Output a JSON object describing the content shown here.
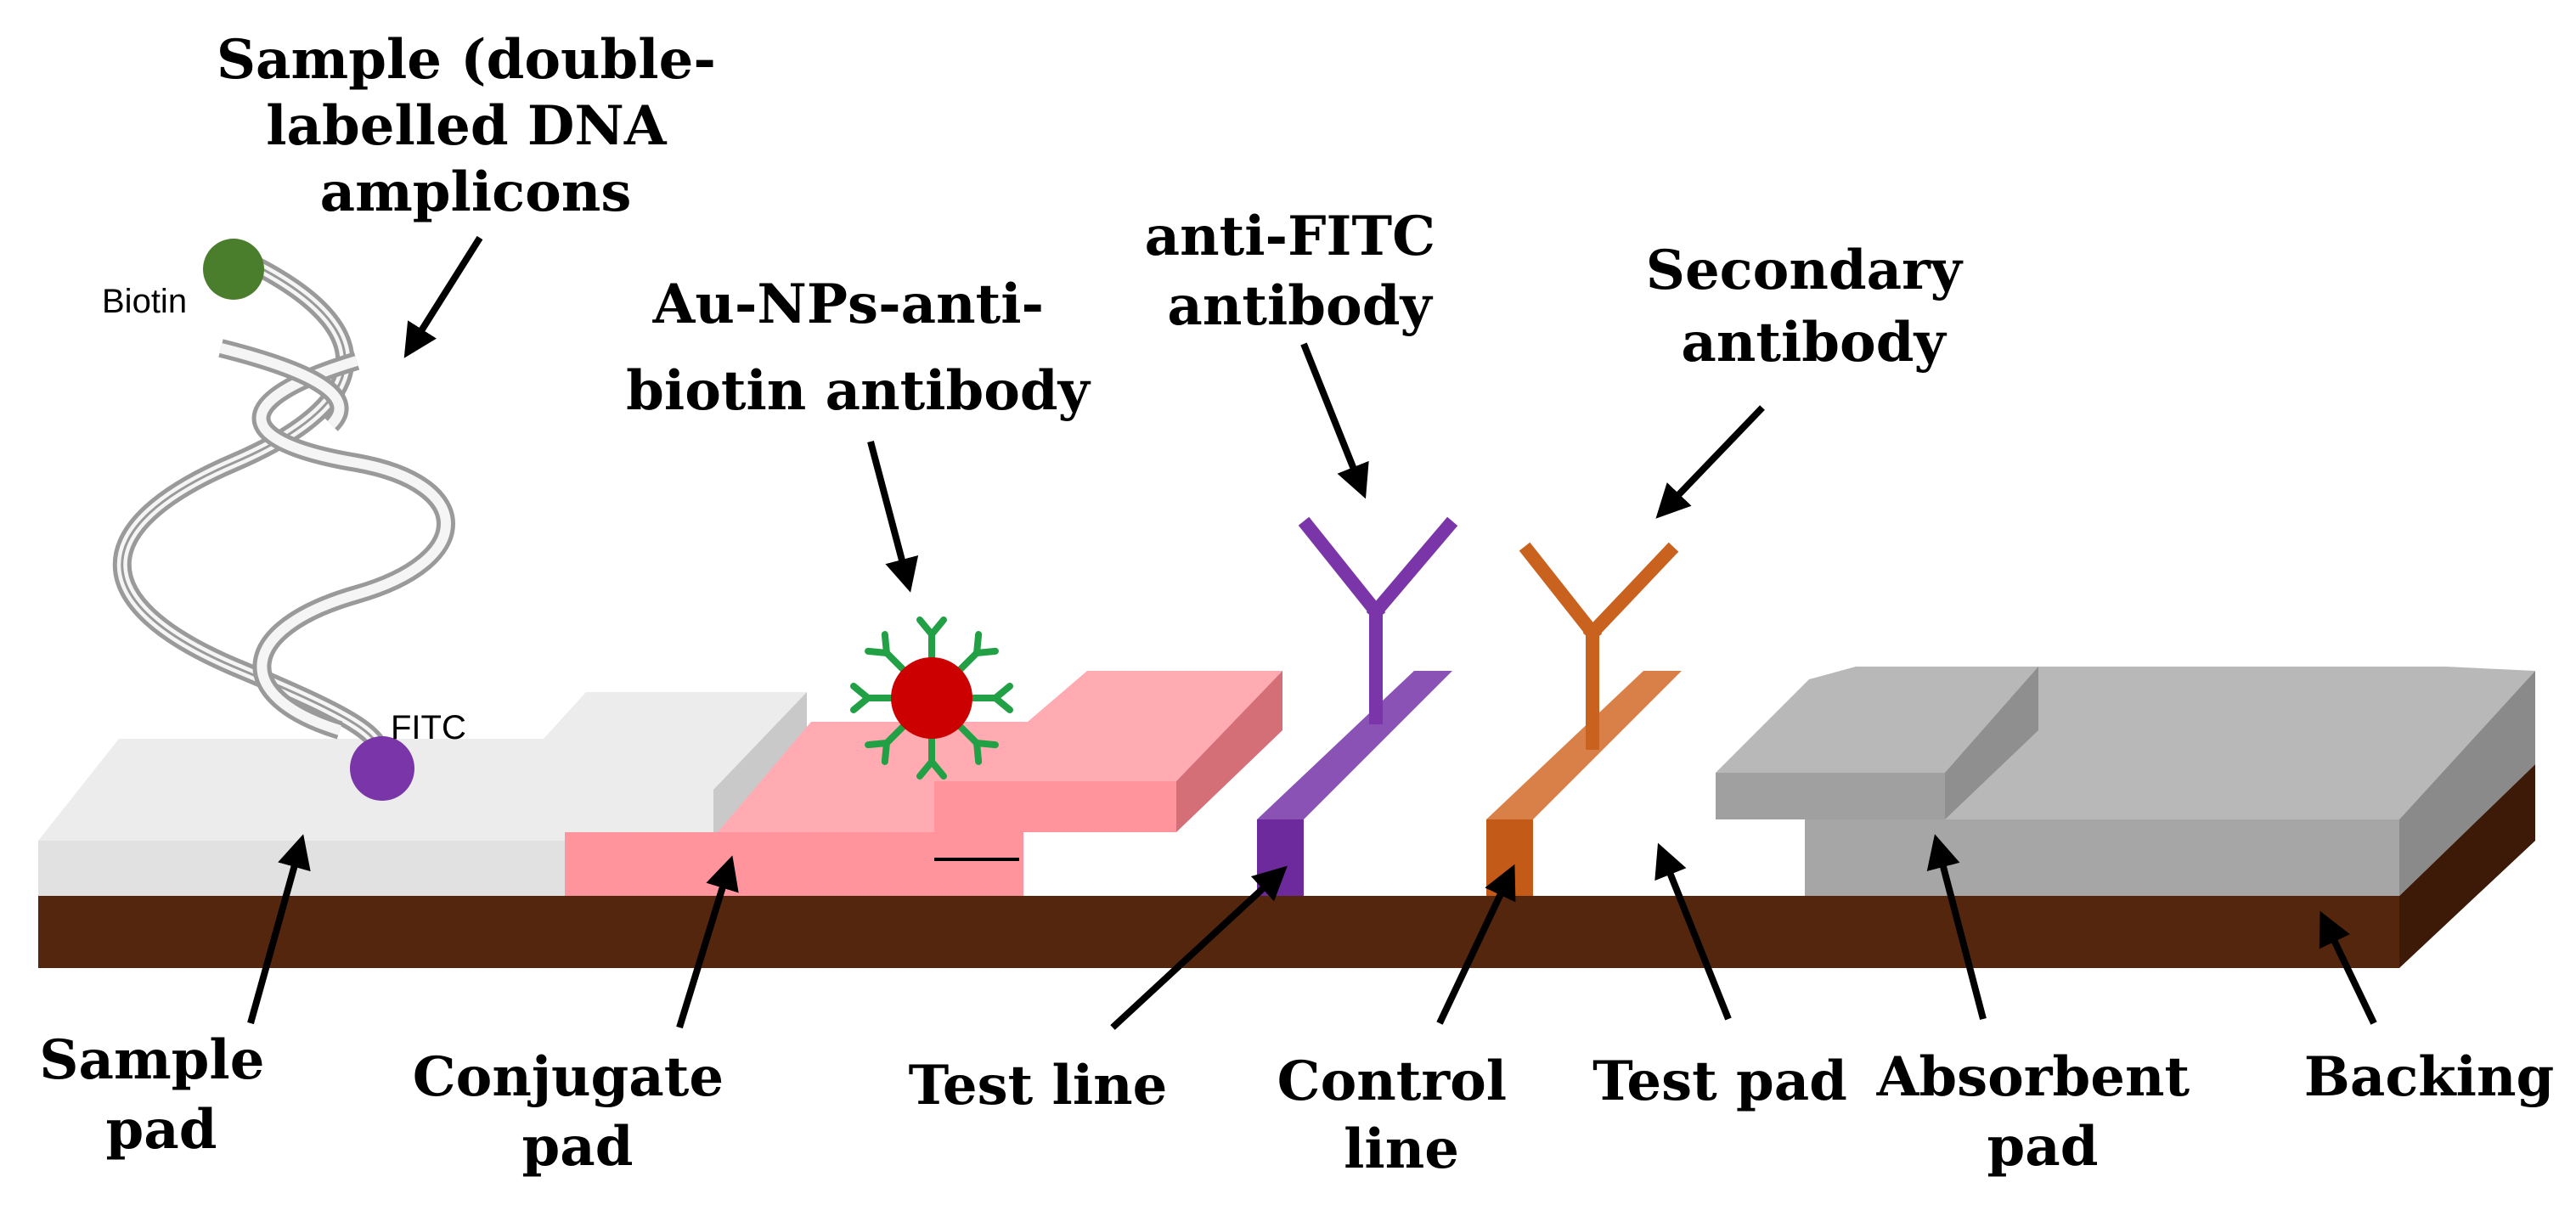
{
  "labels": {
    "sample_title": [
      "Sample (double-",
      "labelled DNA",
      "amplicons"
    ],
    "conjugate_title": [
      "Au-NPs-anti-",
      "biotin antibody"
    ],
    "anti_fitc": [
      "anti-FITC",
      "antibody"
    ],
    "secondary": [
      "Secondary",
      "antibody"
    ],
    "biotin": "Biotin",
    "fitc": "FITC",
    "sample_pad": [
      "Sample",
      "pad"
    ],
    "conjugate_pad": [
      "Conjugate",
      "pad"
    ],
    "test_line": "Test line",
    "control_line": [
      "Control",
      "line"
    ],
    "test_pad": "Test pad",
    "absorbent_pad": [
      "Absorbent",
      "pad"
    ],
    "backing": "Backing"
  },
  "colors": {
    "backing": "#54260e",
    "sample_pad": "#e6e6e6",
    "conjugate_pad": "#ff9aa2",
    "test_line": "#7a36a8",
    "control_line": "#c9621f",
    "absorbent_pad": "#b3b3b3",
    "biotin": "#4a7d2c",
    "fitc": "#7a36a8",
    "gold_np": "#cc0000",
    "antibody_on_np": "#22a045"
  }
}
